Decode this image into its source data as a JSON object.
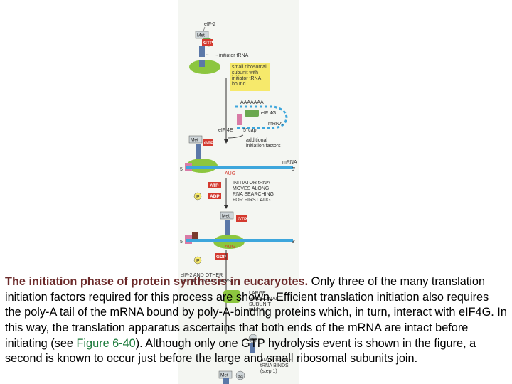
{
  "figure": {
    "labels": {
      "eif2": "eIF-2",
      "met": "Met",
      "gtp": "GTP",
      "initiator_trna": "initiator tRNA",
      "small_subunit": [
        "small ribosomal",
        "subunit with",
        "initiator tRNA",
        "bound"
      ],
      "polya": "AAAAAAA",
      "eif4g": "eIF 4G",
      "mrna": "mRNA",
      "eif4e": "eIF 4E",
      "cap": "5' cap",
      "additional": [
        "additional",
        "initiation factors"
      ],
      "five_prime": "5'",
      "three_prime": "3'",
      "aug": "AUG",
      "atp": "ATP",
      "adp": "ADP",
      "p": "P",
      "moves": [
        "INITIATOR tRNA",
        "MOVES ALONG",
        "RNA SEARCHING",
        "FOR FIRST AUG"
      ],
      "gdp": "GDP",
      "eif2_release": "eIF-2 AND OTHER",
      "initiation_factors": "INITIATION FACTORS",
      "large": [
        "LARGE",
        "RIBOSOMAL",
        "SUBUNIT",
        "BINDS"
      ],
      "aa": "aa",
      "aminoacyl": [
        "AMINOACYL-",
        "tRNA BINDS",
        "(step 1)"
      ]
    },
    "colors": {
      "ribosome": "#8cc63f",
      "mrna": "#3da6dc",
      "gtp": "#d43a2f",
      "trna": "#5b78a8",
      "yellow": "#f6e96b",
      "caption_title": "#6b2a2a",
      "link": "#1a7a3a"
    }
  },
  "caption": {
    "title": "The initiation phase of protein synthesis in eucaryotes.",
    "text_before_link": " Only three of the many translation initiation factors required for this process are shown. Efficient translation initiation also requires the poly-A tail of the mRNA bound by poly-A-binding proteins which, in turn, interact with eIF4G. In this way, the translation apparatus ascertains that both ends of the mRNA are intact before initiating (see ",
    "link": "Figure 6-40",
    "text_after_link": "). Although only one GTP hydrolysis event is shown in the figure, a second is known to occur just before the large and small ribosomal subunits join."
  }
}
